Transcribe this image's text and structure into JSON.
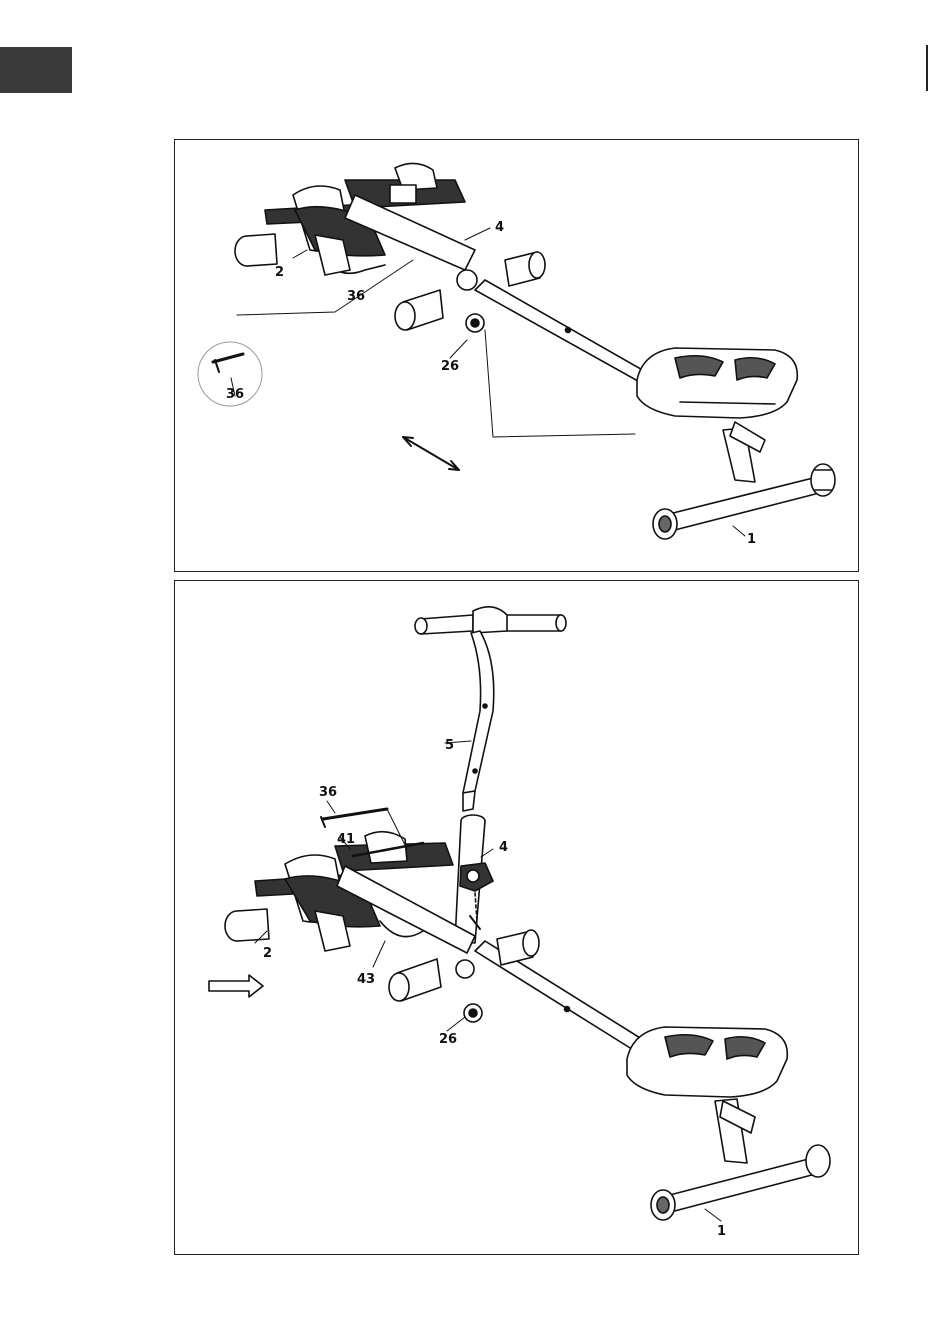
{
  "panel_top": {
    "callouts": {
      "c2": "2",
      "c36": "36",
      "c36_detail": "36",
      "c4": "4",
      "c26": "26",
      "c1": "1"
    }
  },
  "panel_bottom": {
    "callouts": {
      "c5": "5",
      "c36": "36",
      "c41": "41",
      "c4": "4",
      "c2": "2",
      "c43": "43",
      "c26": "26",
      "c1": "1"
    }
  }
}
